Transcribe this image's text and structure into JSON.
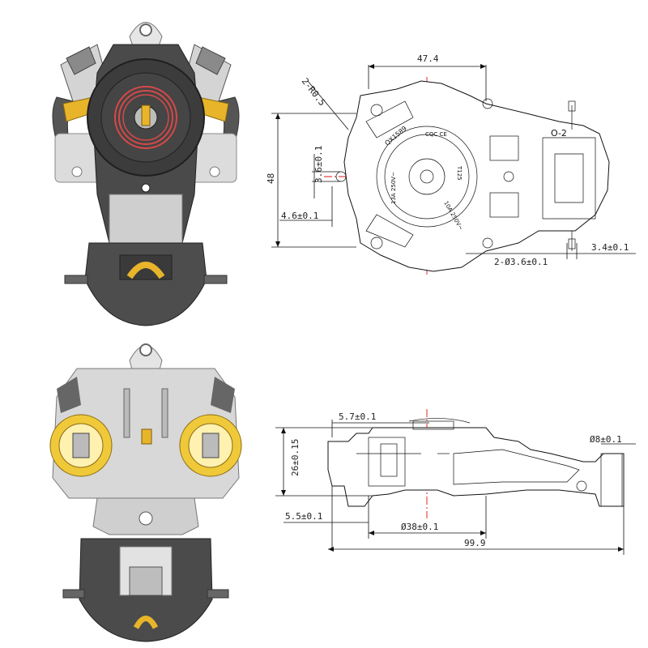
{
  "product_markings": {
    "model": "QX1589",
    "rating_a": "13A 250V~",
    "rating_b": "10A 250V~",
    "temp_rating": "T125",
    "cert_marks": "CQC CE",
    "switch_mark": "O-2"
  },
  "top_drawing_dims": {
    "overall_width": "47.4",
    "height": "48",
    "arc_note": "2-R0.5",
    "center_hole": "3.6±0.1",
    "offset": "4.6±0.1",
    "pin_width": "3.4±0.1",
    "mount_holes": "2-Ø3.6±0.1"
  },
  "side_drawing_dims": {
    "top_step": "5.7±0.1",
    "height": "26±0.15",
    "pin_dia": "Ø8±0.1",
    "bottom_step": "5.5±0.1",
    "disc_dia": "Ø38±0.1",
    "overall_length": "99.9"
  },
  "colors": {
    "housing_dark": "#4a4a4a",
    "housing_light": "#d9d9d9",
    "brass": "#e8b52a",
    "coil": "#d84848",
    "centerline": "#e01010"
  }
}
